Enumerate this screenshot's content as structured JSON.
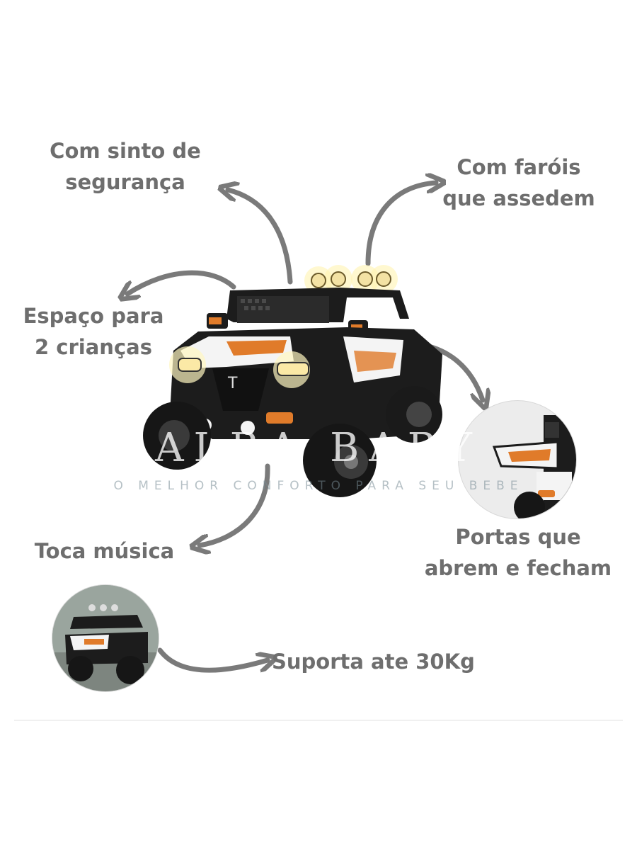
{
  "features": {
    "seatbelt": [
      "Com sinto de",
      "segurança"
    ],
    "lights": [
      "Com faróis",
      "que assedem"
    ],
    "seats": [
      "Espaço para",
      "2 crianças"
    ],
    "doors": [
      "Portas que",
      "abrem e fecham"
    ],
    "music": "Toca música",
    "weight": "Suporta ate 30Kg"
  },
  "watermark": {
    "brand": "ALBA BABY",
    "tagline": "O MELHOR CONFORTO PARA SEU BEBE"
  },
  "colors": {
    "text": "#6e6e6e",
    "arrow": "#7a7a7a",
    "car_body": "#1c1c1c",
    "car_accent": "#e07b2a",
    "car_white": "#f4f4f4"
  }
}
